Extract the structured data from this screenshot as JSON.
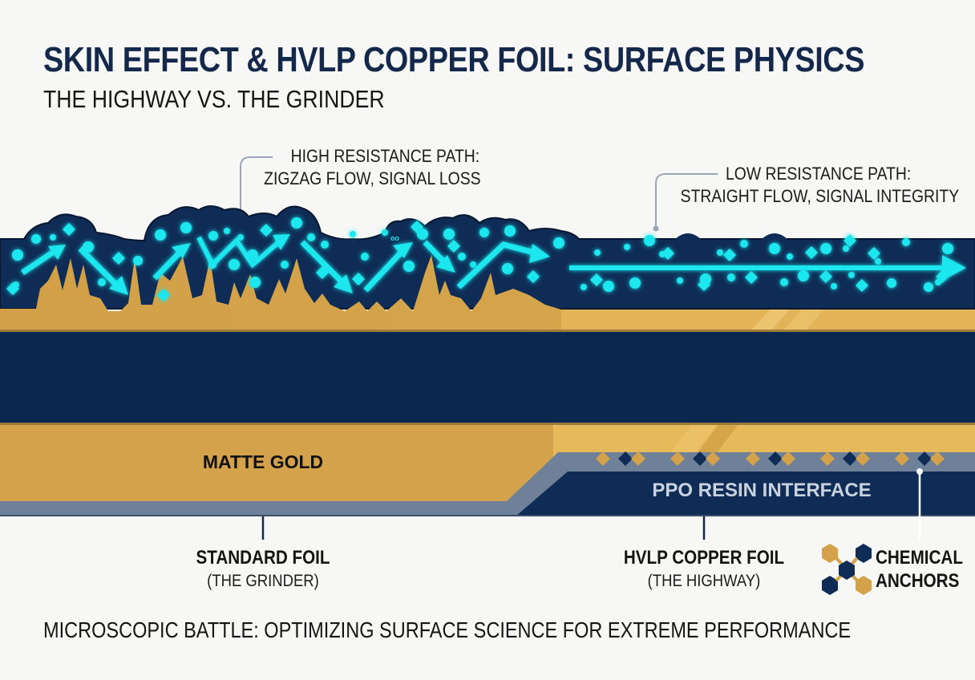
{
  "header": {
    "title": "SKIN EFFECT & HVLP COPPER FOIL: SURFACE PHYSICS",
    "subtitle": "THE HIGHWAY VS. THE GRINDER"
  },
  "callouts": {
    "high_resistance": {
      "line1": "HIGH RESISTANCE PATH:",
      "line2": "ZIGZAG FLOW, SIGNAL LOSS"
    },
    "low_resistance": {
      "line1": "LOW RESISTANCE PATH:",
      "line2": "STRAIGHT FLOW, SIGNAL INTEGRITY"
    }
  },
  "layers": {
    "matte_gold": "MATTE GOLD",
    "ppo_resin": "PPO RESIN INTERFACE"
  },
  "labels": {
    "standard_foil": {
      "title": "STANDARD FOIL",
      "subtitle": "(THE GRINDER)"
    },
    "hvlp_foil": {
      "title": "HVLP COPPER FOIL",
      "subtitle": "(THE HIGHWAY)"
    },
    "chemical_anchors": {
      "line1": "CHEMICAL",
      "line2": "ANCHORS",
      "icon": "molecule-anchor-icon"
    }
  },
  "footer": "MICROSCOPIC BATTLE: OPTIMIZING SURFACE SCIENCE FOR EXTREME PERFORMANCE",
  "colors": {
    "navy": "#0d2a55",
    "gold": "#d4a24a",
    "gold_light": "#e6b95a",
    "cyan": "#1de6ee",
    "slate": "#6e8199",
    "resin_text": "#c9d2de"
  }
}
